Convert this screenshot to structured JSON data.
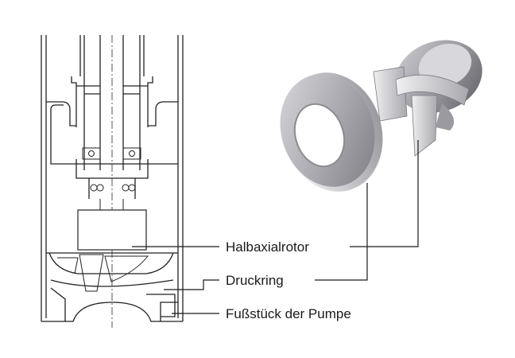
{
  "labels": {
    "impeller": "Halbaxialrotor",
    "pressure_ring": "Druckring",
    "pump_foot": "Fußstück der Pumpe"
  },
  "colors": {
    "line": "#222222",
    "metal_light": "#e4e4e8",
    "metal_mid": "#b4b4ba",
    "metal_dark": "#6e6e74"
  },
  "icons": {
    "section_view": "pump-cross-section",
    "ring_part": "pressure-ring-3d",
    "rotor_part": "semi-axial-impeller-3d"
  }
}
